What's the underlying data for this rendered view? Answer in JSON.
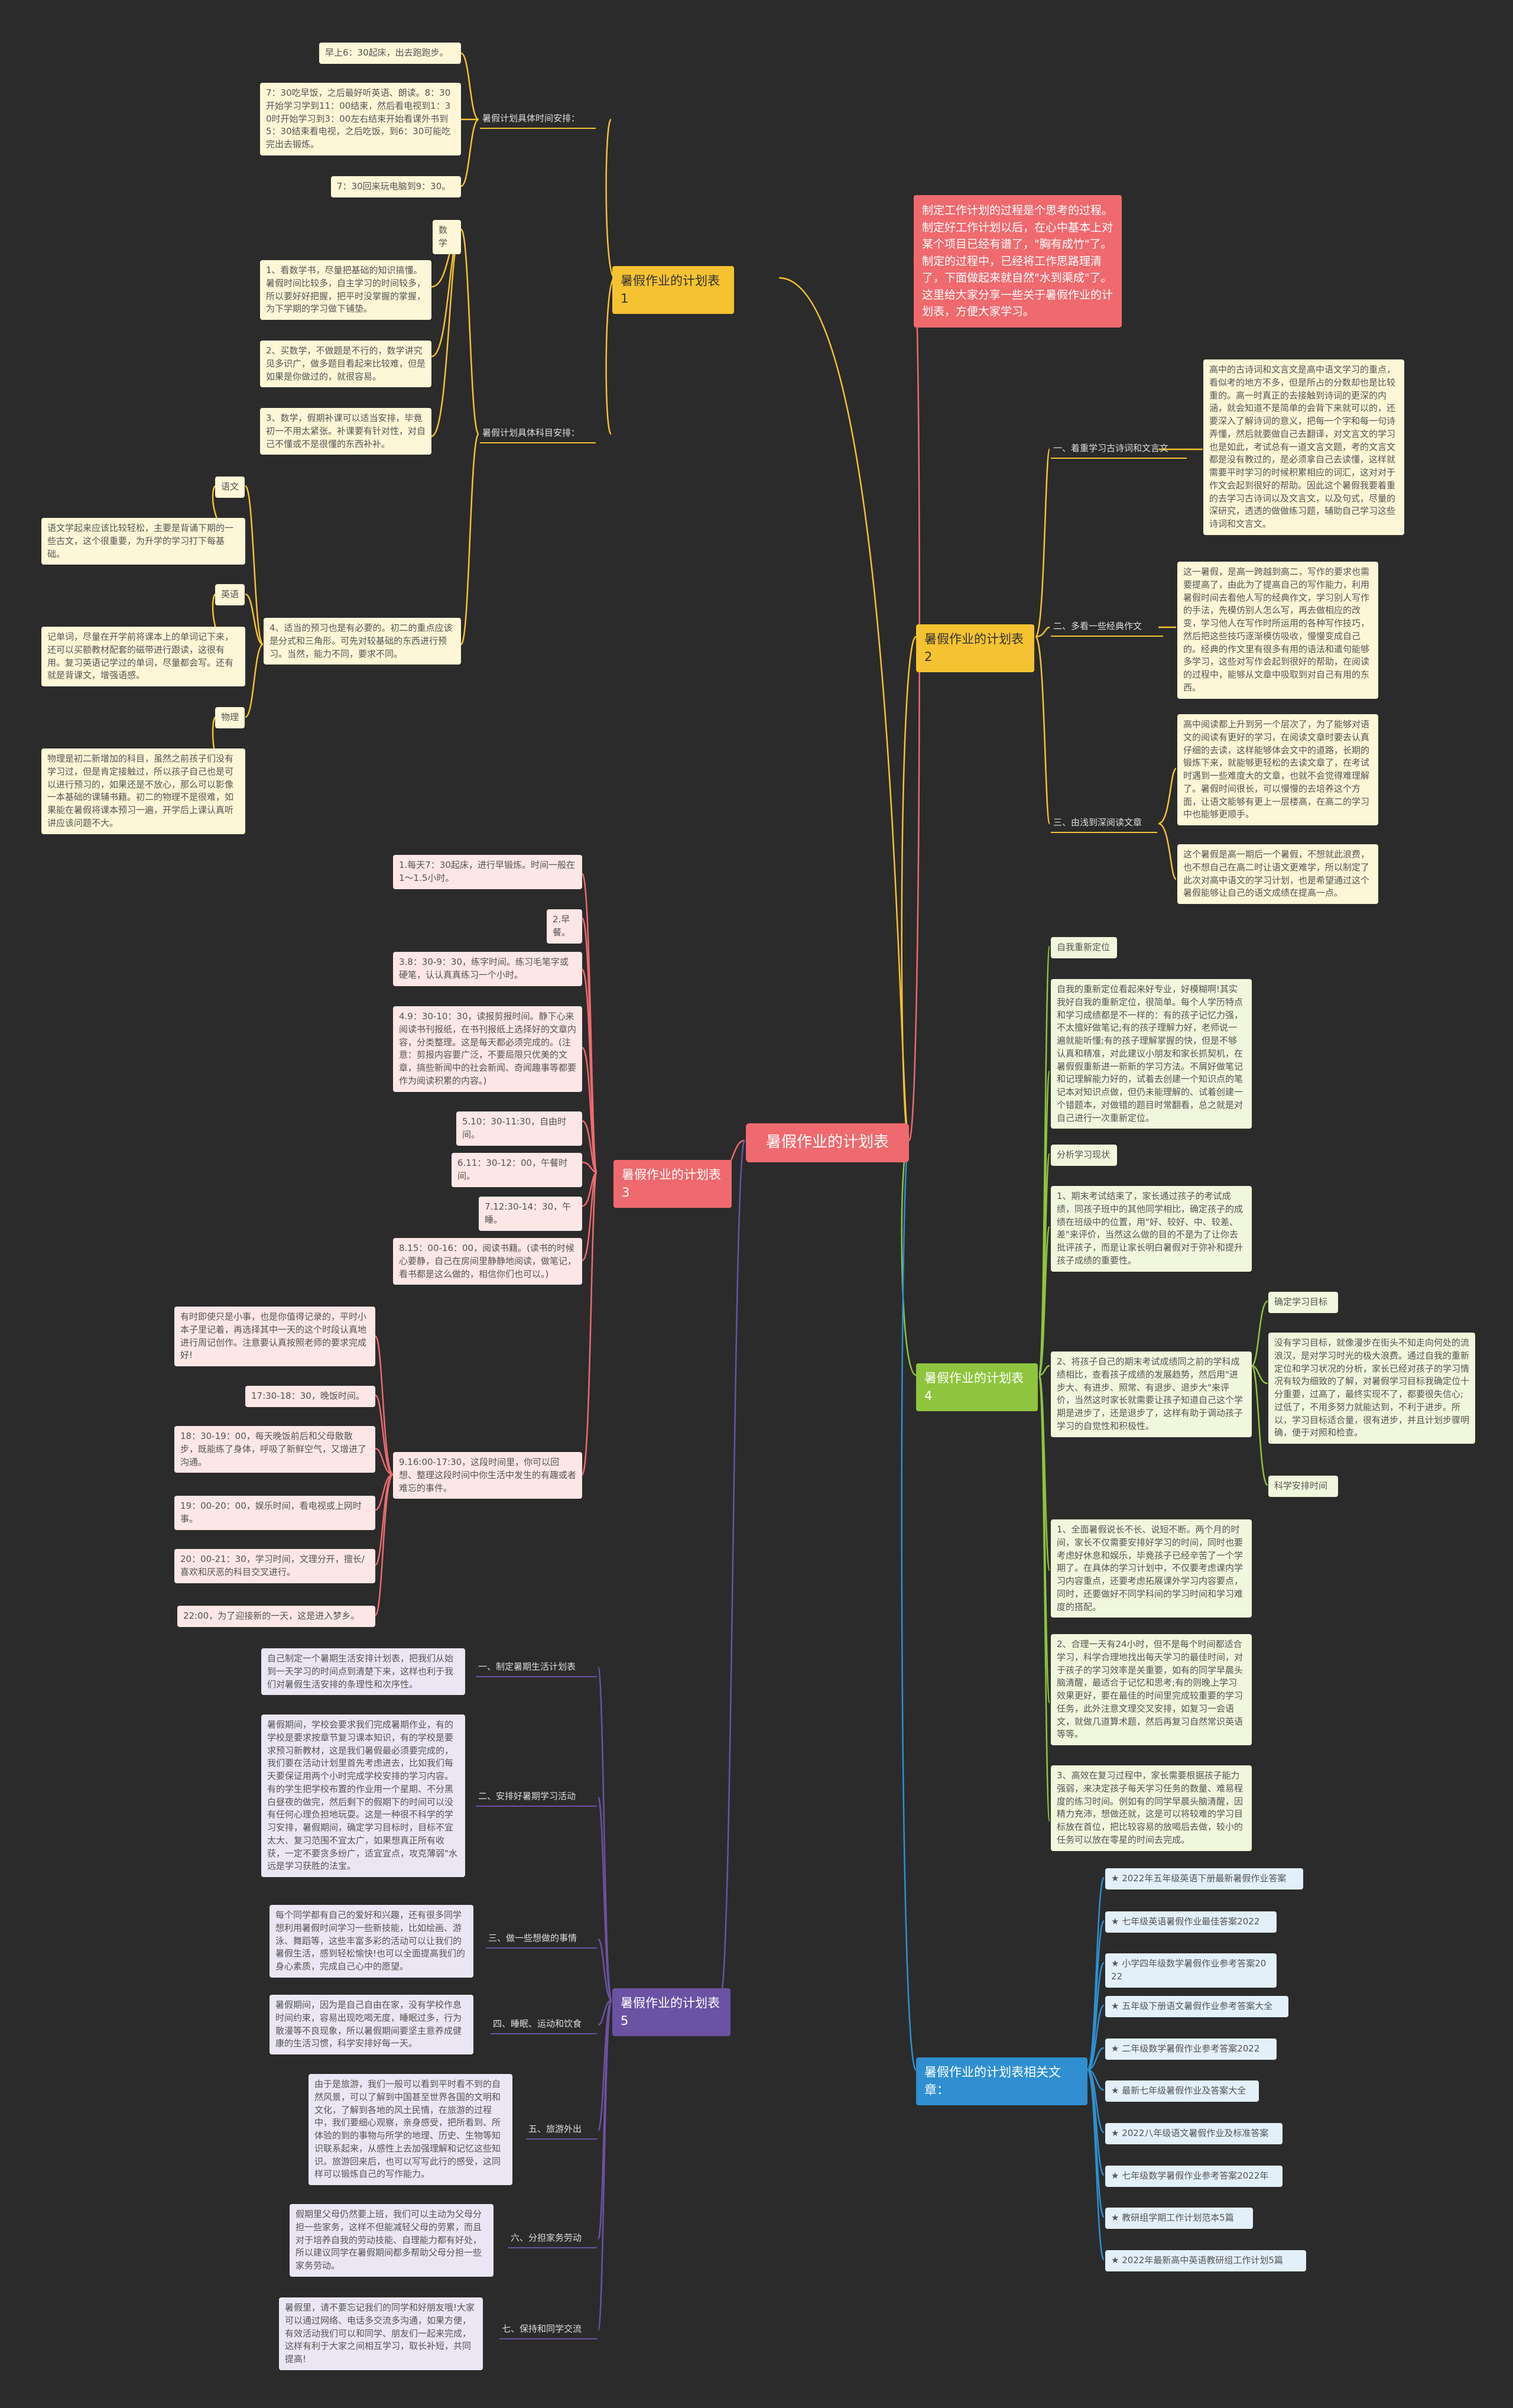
{
  "root": "暑假作业的计划表",
  "intro": "制定工作计划的过程是个思考的过程。制定好工作计划以后，在心中基本上对某个项目已经有谱了，\"胸有成竹\"了。制定的过程中，已经将工作思路理清了，下面做起来就自然\"水到渠成\"了。这里给大家分享一些关于暑假作业的计划表，方便大家学习。",
  "branch1": {
    "title": "暑假作业的计划表1",
    "sub1": "暑假计划具体时间安排：",
    "sub1_items": [
      "早上6：30起床，出去跑跑步。",
      "7：30吃早饭，之后最好听英语、朗读。8：30开始学习学到11：00结束，然后看电视到1：30时开始学习到3：00左右结束开始看课外书到5：30结束看电视，之后吃饭，到6：30可能吃完出去锻炼。",
      "7：30回来玩电脑到9：30。"
    ],
    "sub2": "暑假计划具体科目安排：",
    "math_label": "数学",
    "math_items": [
      "1、看数学书，尽量把基础的知识搞懂。暑假时间比较多，自主学习的时间较多，所以要好好把握，把平时没掌握的掌握，为下学期的学习做下铺垫。",
      "2、买数学，不做题是不行的，数学讲究见多识广，做多题目看起来比较难，但是如果是你做过的，就很容易。",
      "3、数学，假期补课可以适当安排，毕竟初一不用太紧张。补课要有针对性，对自己不懂或不是很懂的东西补补。"
    ],
    "item4": "4、适当的预习也是有必要的。初二的重点应该是分式和三角形。可先对较基础的东西进行预习。当然，能力不同，要求不同。",
    "chinese_label": "语文",
    "chinese_text": "语文学起来应该比较轻松，主要是背诵下期的一些古文，这个很重要，为升学的学习打下每基础。",
    "english_label": "英语",
    "english_text": "记单词，尽量在开学前将课本上的单词记下来，还可以买额教材配套的磁带进行跟读，这很有用。复习英语记学过的单词，尽量都会写。还有就是背课文，增强语感。",
    "physics_label": "物理",
    "physics_text": "物理是初二新增加的科目，虽然之前孩子们没有学习过，但是肯定接触过，所以孩子自己也是可以进行预习的，如果还是不放心，那么可以影像一本基础的课辅书籍。初二的物理不是很难，如果能在暑假将课本预习一遍，开学后上课认真听讲应该问题不大。"
  },
  "branch2": {
    "title": "暑假作业的计划表2",
    "items": [
      {
        "label": "一、着重学习古诗词和文言文",
        "text": "高中的古诗词和文言文是高中语文学习的重点，看似考的地方不多，但是所占的分数却也是比较重的。高一时真正的去接触到诗词的更深的内涵，就会知道不是简单的会背下来就可以的，还要深入了解诗词的意义，把每一个字和每一句诗弄懂，然后就要做自己去翻译，对文言文的学习也是如此，考试总有一道文言文题，考的文言文都是没有教过的，是必须拿自己去读懂，这样就需要平时学习的时候积累相应的词汇，这对对于作文会起到很好的帮助。因此这个暑假我要着重的去学习古诗词以及文言文，以及句式，尽量的深研究，透透的做做练习题，辅助自己学习这些诗词和文言文。"
      },
      {
        "label": "二、多看一些经典作文",
        "text": "这一暑假，是高一跨越到高二，写作的要求也需要提高了，由此为了提高自己的写作能力，利用暑假时间去看他人写的经典作文，学习别人写作的手法，先模仿别人怎么写，再去做相应的改变，学习他人在写作时所运用的各种写作技巧，然后把这些技巧逐渐模仿吸收，慢慢变成自己的。经典的作文里有很多有用的语法和遣句能够多学习，这些对写作会起到很好的帮助，在阅读的过程中，能够从文章中吸取到对自己有用的东西。"
      },
      {
        "label": "三、由浅到深阅读文章",
        "text": "高中阅读都上升到另一个层次了，为了能够对语文的阅读有更好的学习，在阅读文章时要去认真仔细的去读，这样能够体会文中的道路，长期的锻炼下来，就能够更轻松的去读文章了，在考试时遇到一些难度大的文章，也就不会觉得难理解了。暑假时间很长，可以慢慢的去培养这个方面，让语文能够有更上一层楼高，在高二的学习中也能够更顺手。",
        "text2": "这个暑假是高一期后一个暑假，不想就此浪费，也不想自己在高二时让语文更难学，所以制定了此次对高中语文的学习计划，也是希望通过这个暑假能够让自己的语文成绩在提高一点。"
      }
    ]
  },
  "branch3": {
    "title": "暑假作业的计划表3",
    "items": [
      "1.每天7：30起床，进行早锻炼。时间一般在1～1.5小时。",
      "2.早餐。",
      "3.8：30-9：30，练字时间。练习毛笔字或硬笔，认认真真练习一个小时。",
      "4.9：30-10：30，读报剪报时间。静下心来阅读书刊报纸，在书刊报纸上选择好的文章内容，分类整理。这是每天都必须完成的。(注意：剪报内容要广泛，不要局限只优美的文章，搞些新闻中的社会新闻、奇闻趣事等都要作为阅读积累的内容。)",
      "5.10：30-11:30，自由时间。",
      "6.11：30-12：00，午餐时间。",
      "7.12:30-14：30，午睡。",
      "8.15：00-16：00，阅读书籍。(读书的时候心要静，自己在房间里静静地阅读，做笔记，看书都是这么做的，相信你们也可以。)",
      "9.16:00-17:30，这段时间里，你可以回想、整理这段时间中你生活中发生的有趣或者难忘的事件。"
    ],
    "sub9": [
      "有时即使只是小事，也是你值得记录的，平时小本子里记着，再选择其中一天的这个时段认真地进行周记创作。注意要认真按照老师的要求完成好!",
      "17:30-18：30，晚饭时间。",
      "18：30-19：00，每天晚饭前后和父母散散步，既能练了身体，呼吸了新鲜空气，又增进了沟通。",
      "19：00-20：00，娱乐时间，看电视或上网时事。",
      "20：00-21：30，学习时间，文理分开，擅长/喜欢和厌恶的科目交叉进行。",
      "22:00，为了迎接新的一天，这是进入梦乡。"
    ]
  },
  "branch4": {
    "title": "暑假作业的计划表4",
    "l1": "自我重新定位",
    "t1": "自我的重新定位看起来好专业，好模糊啊!其实我好自我的重新定位，很简单。每个人学历特点和学习成绩都是不一样的：有的孩子记忆力强，不太擅好做笔记;有的孩子理解力好，老师说一遍就能听懂;有的孩子理解掌握的快，但是不够认真和精准，对此建议小朋友和家长抓契机，在暑假假重新进一新新的学习方法。不屑好做笔记和记理解能力好的，试着去创建一个知识点的笔记本对知识点做，但仍未能理解的、试着创建一个错题本，对做错的题目时常翻看，总之就是对自己进行一次重新定位。",
    "l2": "分析学习现状",
    "t2a": "1、期末考试结束了，家长通过孩子的考试成绩，同孩子班中的其他同学相比，确定孩子的成绩在班级中的位置，用\"好、较好、中、较差、差\"来评价，当然这么做的目的不是为了让你去批评孩子，而是让家长明白暑假对于弥补和提升孩子成绩的重要性。",
    "t2b": "2、将孩子自己的期末考试成绩同之前的学科成绩相比，查看孩子成绩的发展趋势，然后用\"进步大、有进步、照常、有退步、退步大\"来评价，当然这时家长就需要让孩子知道自己这个学期是进步了，还是退步了，这样有助于调动孩子学习的自觉性和积极性。",
    "l3": "确定学习目标",
    "t3": "没有学习目标，就像漫步在街头不知走向何处的流浪汉，是对学习时光的极大浪费。通过自我的重新定位和学习状况的分析，家长已经对孩子的学习情况有较为细致的了解，对暑假学习目标我确定位十分重要，过高了，最终实现不了，都要很失信心;过低了，不用多努力就能达到，不利于进步。所以，学习目标适合量，很有进步，并且计划步骤明确，便于对照和检查。",
    "l4": "科学安排时间",
    "t4a": "1、全面暑假说长不长、说短不断。两个月的时间，家长不仅需要安排好学习的时间，同时也要考虑好休息和娱乐，毕竟孩子已经辛苦了一个学期了。在具体的学习计划中，不仅要考虑课内学习内容重点，还要考虑拓展课外学习内容要点，同时，还要做好不同学科间的学习时间和学习难度的搭配。",
    "t4b": "2、合理一天有24小时，但不是每个时间都适合学习，科学合理地找出每天学习的最佳时间，对于孩子的学习效率是关重要，如有的同学早晨头脑清醒，最适合于记忆和思考;有的则晚上学习效果更好，要在最佳的时间里完成较重要的学习任务，此外注意文理交叉安排，如复习一会语文，就做几道算术题，然后再复习自然常识英语等等。",
    "t4c": "3、高效在复习过程中，家长需要根据孩子能力强弱，来决定孩子每天学习任务的数量、难易程度的练习时间。例如有的同学早晨头脑清醒，因精力充沛，想做还就，这是可以将较难的学习目标放在首位，把比较容易的放喝后去做，较小的任务可以放在零星的时间去完成。"
  },
  "branch5": {
    "title": "暑假作业的计划表5",
    "items": [
      {
        "label": "一、制定暑期生活计划表",
        "text": "自己制定一个暑期生活安排计划表，把我们从始到一天学习的时间点到清楚下来，这样也利于我们对暑假生活安排的条理性和次序性。"
      },
      {
        "label": "二、安排好暑期学习活动",
        "text": "暑假期间，学校会要求我们完成暑期作业，有的学校是要求按章节复习课本知识，有的学校是要求预习新教材，这是我们暑假最必须要完成的，我们要在活动计划里首先考虑进去，比如我们每天要保证用两个小时完成学校安排的学习内容。有的学生把学校布置的作业用一个星期、不分黑白昼夜的做完，然后剩下的假期下的时间可以没有任何心理负担地玩耍。这是一种很不科学的学习安排，暑假期间，确定学习目标时，目标不宜太大、复习范围不宜太广，如果想真正所有收获，一定不要贪多纷广，适宜宜点，攻克薄弱\"水远是学习获胜的法宝。"
      },
      {
        "label": "三、做一些想做的事情",
        "text": "每个同学都有自己的爱好和兴趣，还有很多同学想利用暑假时间学习一些新技能，比如绘画、游泳、舞蹈等，这些丰富多彩的活动可以让我们的暑假生活，感到轻松愉快!也可以全面提高我们的身心素质，完成自己心中的愿望。"
      },
      {
        "label": "四、睡眠、运动和饮食",
        "text": "暑假期间，因为是自己自由在家，没有学校作息时间约束，容易出现吃喝无度，睡眠过多，行为散漫等不良现象，所以暑假期间要坚主意养成健康的生活习惯，科学安排好每一天。"
      },
      {
        "label": "五、旅游外出",
        "text": "由于是旅游，我们一般可以看到平时看不到的自然风景，可以了解到中国甚至世界各国的文明和文化，了解到各地的风土民情，在旅游的过程中，我们要细心观察，亲身感受，把所看到、所体验的到的事物与所学的地理、历史、生物等知识联系起来，从感性上去加强理解和记忆这些知识。旅游回来后，也可以写写此行的感受，这同样可以锻炼自己的写作能力。"
      },
      {
        "label": "六、分担家务劳动",
        "text": "假期里父母仍然要上班，我们可以主动为父母分担一些家务，这样不但能减轻父母的劳累，而且对于培养自我的劳动技能、自理能力都有好处，所以建议同学在暑假期间都多帮助父母分担一些家务劳动。"
      },
      {
        "label": "七、保持和同学交流",
        "text": "暑假里，请不要忘记我们的同学和好朋友哦!大家可以通过网络、电话多交流多沟通，如果方便，有效活动我们可以和同学、朋友们一起来完成，这样有利于大家之间相互学习，取长补短，共同提高!"
      }
    ]
  },
  "branch6": {
    "title": "暑假作业的计划表相关文章：",
    "links": [
      "★ 2022年五年级英语下册最新暑假作业答案",
      "★ 七年级英语暑假作业最佳答案2022",
      "★ 小学四年级数学暑假作业参考答案2022",
      "★ 五年级下册语文暑假作业参考答案大全",
      "★ 二年级数学暑假作业参考答案2022",
      "★ 最新七年级暑假作业及答案大全",
      "★ 2022八年级语文暑假作业及标准答案",
      "★ 七年级数学暑假作业参考答案2022年",
      "★ 教研组学期工作计划范本5篇",
      "★ 2022年最新高中英语教研组工作计划5篇"
    ]
  },
  "colors": {
    "background": "#2b2b2b",
    "root": "#ef6a6e",
    "yellow": "#f5c232",
    "green": "#8fc43e",
    "purple": "#6b52a3",
    "blue": "#2f8fd0"
  }
}
